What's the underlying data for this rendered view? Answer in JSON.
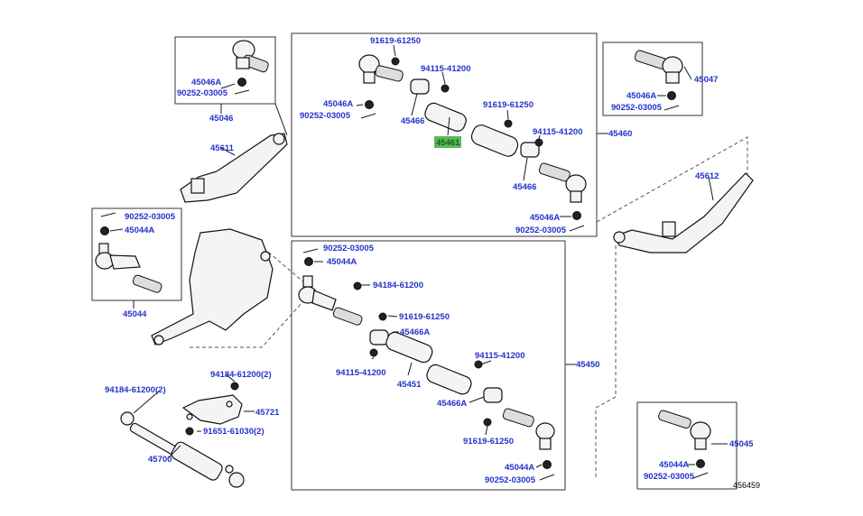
{
  "colors": {
    "label": "#2233cc",
    "highlight_bg": "#5cb85c",
    "highlight_text": "#1a5c1a",
    "line": "#1a1a1a"
  },
  "labels": {
    "l91619_61250_a": "91619-61250",
    "l94115_41200_a": "94115-41200",
    "l45046A_top_left": "45046A",
    "l90252_03005_top_left": "90252-03005",
    "l45046_box": "45046",
    "l45046A_mid": "45046A",
    "l90252_03005_mid": "90252-03005",
    "l45466_left": "45466",
    "l45461": "45461",
    "l91619_61250_b": "91619-61250",
    "l94115_41200_b": "94115-41200",
    "l45460": "45460",
    "l45466_right": "45466",
    "l45046A_lower": "45046A",
    "l90252_03005_lower": "90252-03005",
    "l45047": "45047",
    "l45046A_right_box": "45046A",
    "l90252_03005_right_box": "90252-03005",
    "l45611": "45611",
    "l45612": "45612",
    "l90252_03005_left_box": "90252-03005",
    "l45044A_left_box": "45044A",
    "l45044": "45044",
    "l90252_03005_b2": "90252-03005",
    "l45044A_b2": "45044A",
    "l94184_61200_a": "94184-61200",
    "l91619_61250_c": "91619-61250",
    "l45466A_a": "45466A",
    "l94115_41200_c": "94115-41200",
    "l45451": "45451",
    "l94115_41200_d": "94115-41200",
    "l45450": "45450",
    "l45466A_b": "45466A",
    "l91619_61250_d": "91619-61250",
    "l45044A_lower": "45044A",
    "l90252_03005_lower2": "90252-03005",
    "l94184_61200_2a": "94184-61200(2)",
    "l94184_61200_2b": "94184-61200(2)",
    "l45721": "45721",
    "l91651_61030_2": "91651-61030(2)",
    "l45700": "45700",
    "l45045": "45045",
    "l45044A_rb": "45044A",
    "l90252_03005_rb": "90252-03005",
    "diagram_id": "456459"
  }
}
